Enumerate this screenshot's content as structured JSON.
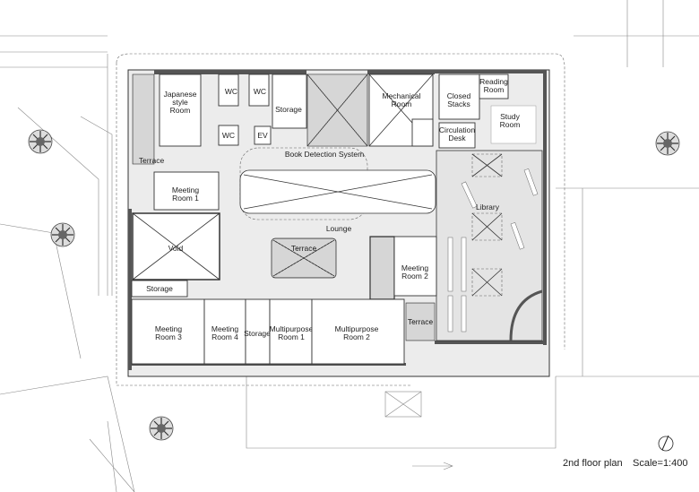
{
  "plan": {
    "title": "2nd floor plan",
    "scale": "Scale=1:400"
  },
  "rooms": {
    "japanese_room": [
      "Japanese",
      "style",
      "Room"
    ],
    "wc_1": "WC",
    "wc_2": "WC",
    "wc_3": "WC",
    "ev": "EV",
    "storage_top": "Storage",
    "mechanical_room": [
      "Mechanical",
      "Room"
    ],
    "closed_stacks": [
      "Closed",
      "Stacks"
    ],
    "reading_room": [
      "Reading",
      "Room"
    ],
    "study_room": [
      "Study",
      "Room"
    ],
    "circulation_desk": [
      "Circulation",
      "Desk"
    ],
    "terrace_left": "Terrace",
    "book_detection": "Book Detection System",
    "meeting_room_1": [
      "Meeting",
      "Room 1"
    ],
    "library": "Library",
    "lounge": "Lounge",
    "void": "Void",
    "terrace_center": "Terrace",
    "meeting_room_2": [
      "Meeting",
      "Room 2"
    ],
    "storage_left": "Storage",
    "meeting_room_3": [
      "Meeting",
      "Room 3"
    ],
    "meeting_room_4": [
      "Meeting",
      "Room 4"
    ],
    "storage_bottom": "Storage",
    "multipurpose_room_1": [
      "Multipurpose",
      "Room 1"
    ],
    "multipurpose_room_2": [
      "Multipurpose",
      "Room 2"
    ],
    "terrace_right": "Terrace"
  },
  "icons": [
    "tree-icon",
    "north-arrow-icon"
  ]
}
